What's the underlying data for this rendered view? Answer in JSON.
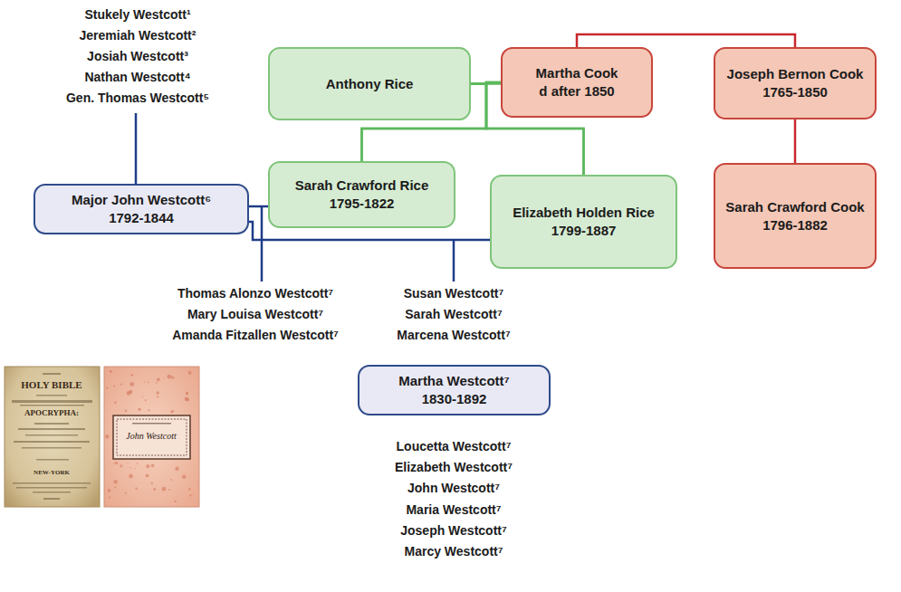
{
  "diagram": {
    "nodes": [
      {
        "text": [
          "Anthony Rice"
        ]
      },
      {
        "text": [
          "Martha Cook",
          "d after 1850"
        ]
      },
      {
        "text": [
          "Joseph Bernon Cook",
          "1765-1850"
        ]
      },
      {
        "text": [
          "Sarah Crawford Rice",
          "1795-1822"
        ]
      },
      {
        "text": [
          "Major John Westcott⁶",
          "1792-1844"
        ]
      },
      {
        "text": [
          "Elizabeth Holden Rice",
          "1799-1887"
        ]
      },
      {
        "text": [
          "Sarah Crawford Cook",
          "1796-1882"
        ]
      },
      {
        "text": [
          "Martha Westcott⁷",
          "1830-1892"
        ]
      }
    ],
    "edges": [
      {
        "from": 0,
        "to": 1,
        "arrow": "none"
      },
      {
        "from": 1,
        "to": 2,
        "arrow": "none"
      },
      {
        "from": 2,
        "to": 6,
        "arrow": "none"
      },
      {
        "from": 0,
        "to": 3,
        "arrow": "none"
      },
      {
        "from": 1,
        "to": 3,
        "arrow": "none"
      },
      {
        "from": 0,
        "to": 5,
        "arrow": "none"
      },
      {
        "from": 1,
        "to": 5,
        "arrow": "none"
      },
      {
        "from": 4,
        "to": 3,
        "arrow": "none"
      },
      {
        "from": 4,
        "to": 5,
        "arrow": "none"
      }
    ],
    "labels": [
      "Stukely Westcott¹",
      "Jeremiah Westcott²",
      "Josiah Westcott³",
      "Nathan Westcott⁴",
      "Gen. Thomas Westcott⁵",
      "Thomas Alonzo Westcott⁷",
      "Mary Louisa Westcott⁷",
      "Amanda Fitzallen Westcott⁷",
      "Susan Westcott⁷",
      "Sarah Westcott⁷",
      "Marcena Westcott⁷",
      "Loucetta Westcott⁷",
      "Elizabeth Westcott⁷",
      "John Westcott⁷",
      "Maria Westcott⁷",
      "Joseph Westcott⁷",
      "Marcy Westcott⁷",
      "HOLY BIBLE",
      "APOCRYPHA:",
      "NEW-YORK",
      "John Westcott"
    ]
  }
}
